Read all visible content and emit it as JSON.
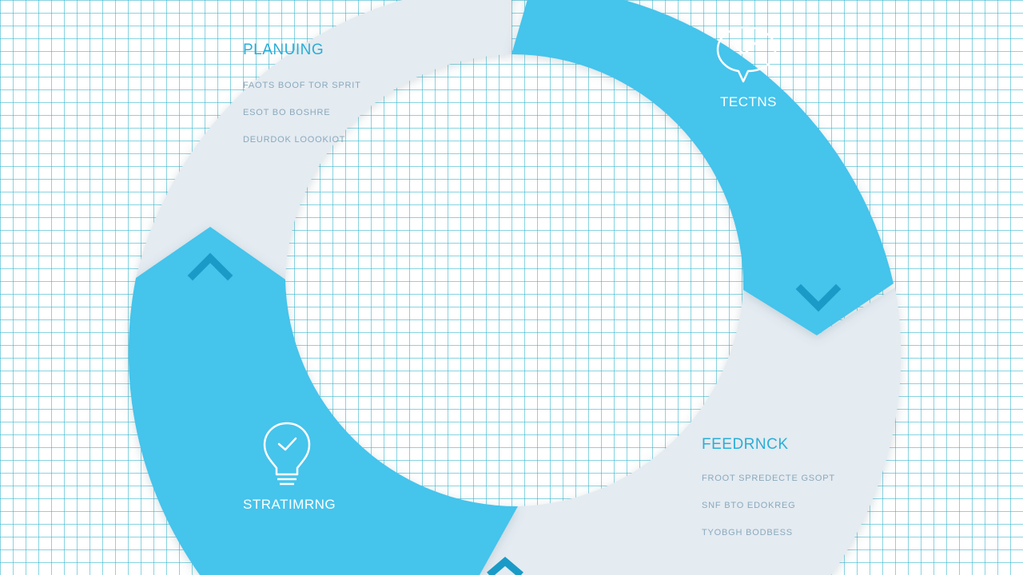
{
  "stages": [
    {
      "id": "planning",
      "title": "PLANUING",
      "body_lines": [
        "FAOTS  BOOF TOR SPRIT",
        "ESOT BO BOSHRE",
        "DEURDOK LOOOKIOT"
      ],
      "accent": "#2aaed6"
    },
    {
      "id": "testing",
      "title": "TECTNS",
      "icon": "speech-bubble-check-icon",
      "accent": "#ffffff"
    },
    {
      "id": "feedback",
      "title": "FEEDRNCK",
      "body_lines": [
        "FROOT  SPREDECTE  GSOPT",
        "SNF  BTO EDOKREG",
        "TYOBGH  BODBESS"
      ],
      "accent": "#2aaed6"
    },
    {
      "id": "strategy",
      "title": "STRATIMRNG",
      "icon": "lightbulb-check-icon",
      "accent": "#ffffff"
    }
  ],
  "colors": {
    "blue_segment": "#45c4ec",
    "light_segment": "#e4ebf1",
    "arrow_dark": "#1a9bc7",
    "grid_line": "#26b0c9"
  }
}
